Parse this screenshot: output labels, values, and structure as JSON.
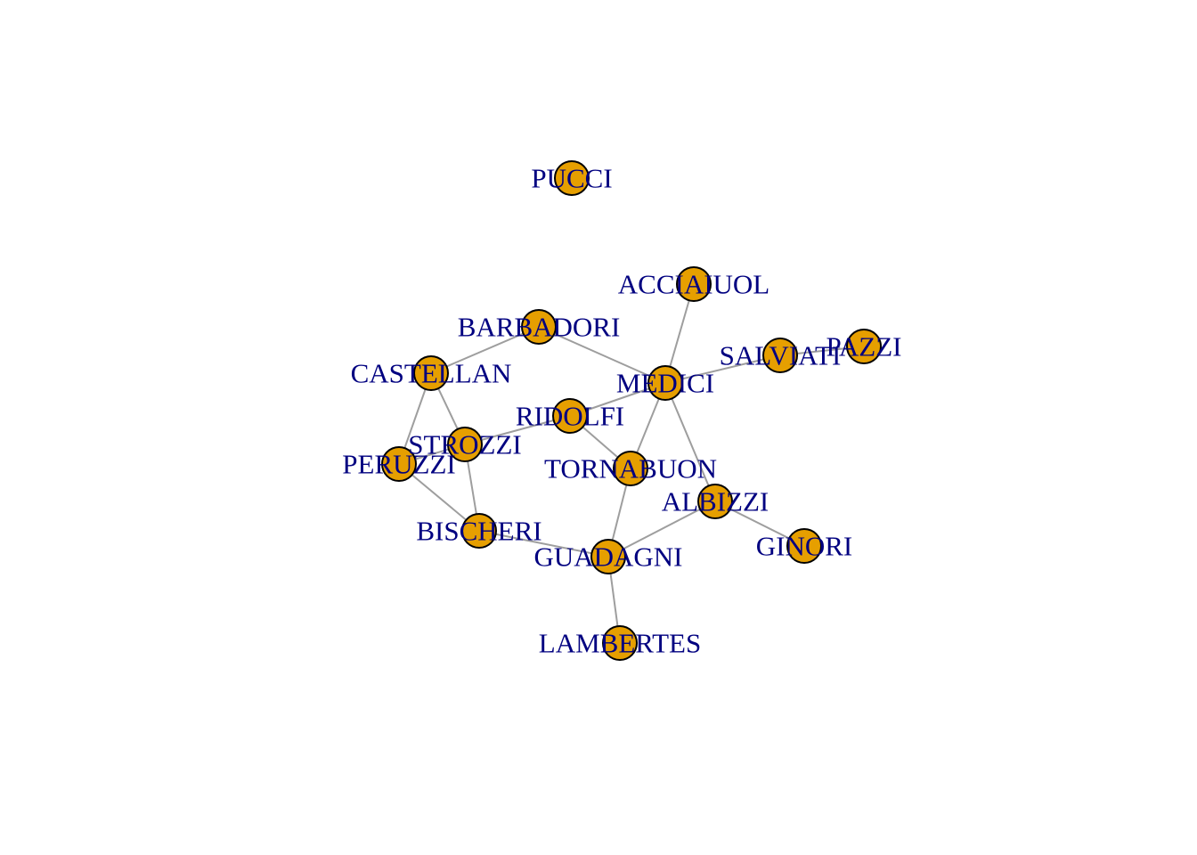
{
  "graph": {
    "node_fill_color": "#E69F00",
    "node_border_color": "#000000",
    "label_color": "#000080",
    "edge_color": "#9E9E9E",
    "nodes": [
      {
        "id": "PUCCI",
        "label": "PUCCI"
      },
      {
        "id": "ACCIAIUOL",
        "label": "ACCIAIUOL"
      },
      {
        "id": "BARBADORI",
        "label": "BARBADORI"
      },
      {
        "id": "SALVIATI",
        "label": "SALVIATI"
      },
      {
        "id": "PAZZI",
        "label": "PAZZI"
      },
      {
        "id": "CASTELLAN",
        "label": "CASTELLAN"
      },
      {
        "id": "MEDICI",
        "label": "MEDICI"
      },
      {
        "id": "RIDOLFI",
        "label": "RIDOLFI"
      },
      {
        "id": "STROZZI",
        "label": "STROZZI"
      },
      {
        "id": "PERUZZI",
        "label": "PERUZZI"
      },
      {
        "id": "TORNABUON",
        "label": "TORNABUON"
      },
      {
        "id": "ALBIZZI",
        "label": "ALBIZZI"
      },
      {
        "id": "BISCHERI",
        "label": "BISCHERI"
      },
      {
        "id": "GUADAGNI",
        "label": "GUADAGNI"
      },
      {
        "id": "GINORI",
        "label": "GINORI"
      },
      {
        "id": "LAMBERTES",
        "label": "LAMBERTES"
      }
    ],
    "edges": [
      [
        "ACCIAIUOL",
        "MEDICI"
      ],
      [
        "BARBADORI",
        "MEDICI"
      ],
      [
        "BARBADORI",
        "CASTELLAN"
      ],
      [
        "SALVIATI",
        "MEDICI"
      ],
      [
        "SALVIATI",
        "PAZZI"
      ],
      [
        "CASTELLAN",
        "PERUZZI"
      ],
      [
        "CASTELLAN",
        "STROZZI"
      ],
      [
        "MEDICI",
        "RIDOLFI"
      ],
      [
        "MEDICI",
        "TORNABUON"
      ],
      [
        "MEDICI",
        "ALBIZZI"
      ],
      [
        "RIDOLFI",
        "STROZZI"
      ],
      [
        "RIDOLFI",
        "TORNABUON"
      ],
      [
        "STROZZI",
        "PERUZZI"
      ],
      [
        "STROZZI",
        "BISCHERI"
      ],
      [
        "PERUZZI",
        "BISCHERI"
      ],
      [
        "TORNABUON",
        "GUADAGNI"
      ],
      [
        "ALBIZZI",
        "GUADAGNI"
      ],
      [
        "ALBIZZI",
        "GINORI"
      ],
      [
        "BISCHERI",
        "GUADAGNI"
      ],
      [
        "GUADAGNI",
        "LAMBERTES"
      ]
    ]
  }
}
